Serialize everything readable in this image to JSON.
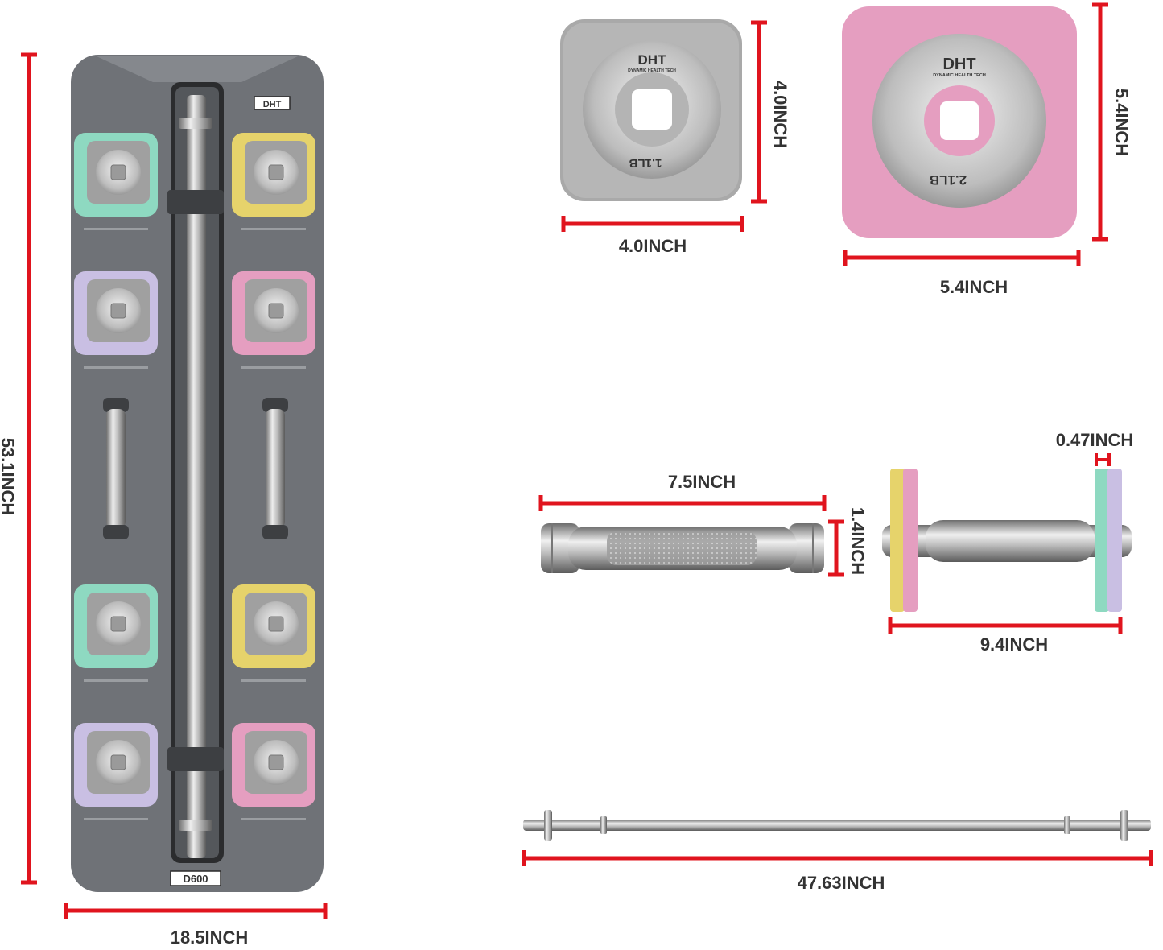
{
  "colors": {
    "dimension_line": "#e0141e",
    "board": "#6f7277",
    "mint": "#8ed9c1",
    "yellow": "#e6d36b",
    "lavender": "#c9bfe3",
    "pink": "#e59ec0",
    "plate_gray": "#a9a9a9",
    "label_text": "#333333"
  },
  "brand": {
    "logo": "DHT",
    "tagline": "DYNAMIC HEALTH TECH",
    "model": "D600"
  },
  "plates": {
    "small": {
      "weight": "1.1LB",
      "color": "plate_gray"
    },
    "large": {
      "weight": "2.1LB",
      "color": "pink"
    }
  },
  "dimensions": {
    "board_height": "53.1INCH",
    "board_width": "18.5INCH",
    "small_plate_height": "4.0INCH",
    "small_plate_width": "4.0INCH",
    "large_plate_height": "5.4INCH",
    "large_plate_width": "5.4INCH",
    "handle_length": "7.5INCH",
    "handle_diameter": "1.4INCH",
    "plate_thickness": "0.47INCH",
    "dumbbell_length": "9.4INCH",
    "barbell_length": "47.63INCH"
  }
}
